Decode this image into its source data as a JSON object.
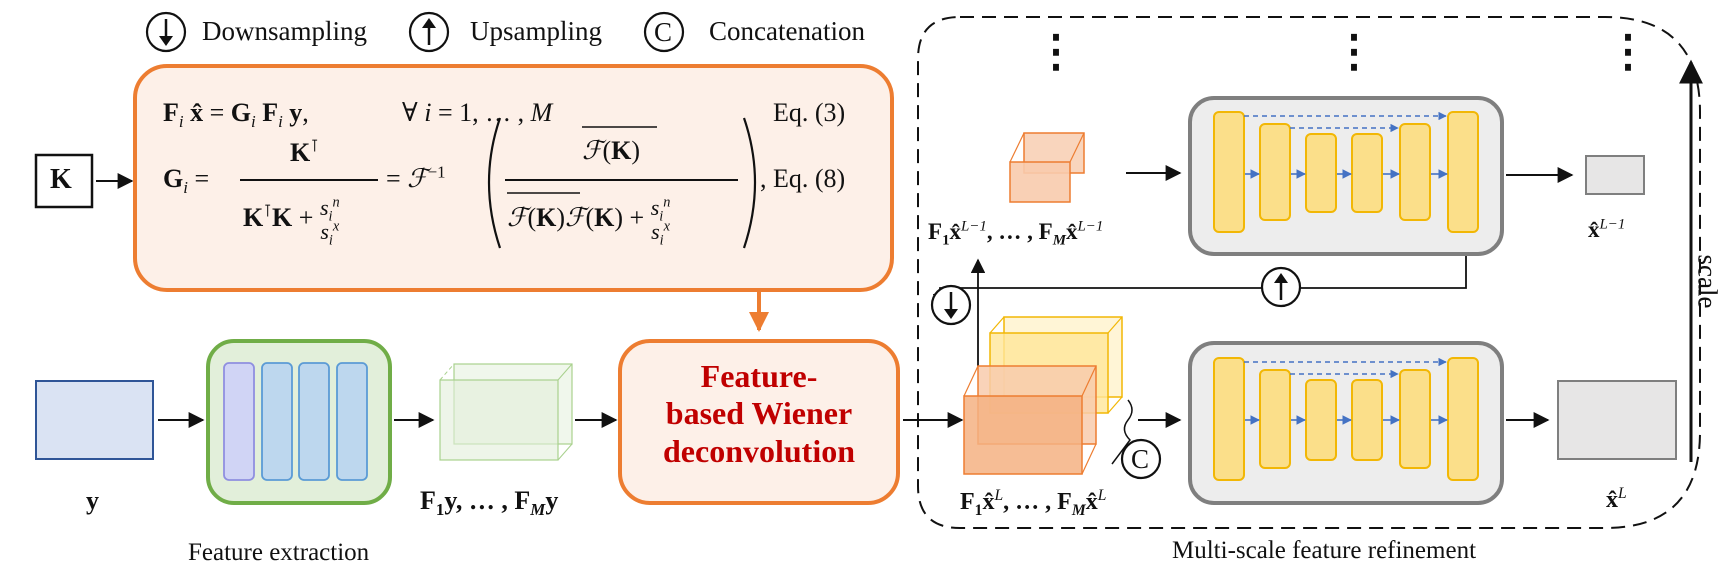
{
  "legend": {
    "down_symbol": "↓",
    "down_label": "Downsampling",
    "up_symbol": "↑",
    "up_label": "Upsampling",
    "concat_symbol": "C",
    "concat_label": "Concatenation"
  },
  "kernel_label": "K",
  "equations": {
    "eq3_lhs": "F",
    "eq3_ref": "Eq. (3)",
    "eq8_ref": ", Eq. (8)"
  },
  "input_label": "y",
  "features_label": "F₁y, … , F_My",
  "feature_extraction_caption": "Feature extraction",
  "wiener_block_lines": [
    "Feature-",
    "based Wiener",
    "deconvolution"
  ],
  "refinement_caption": "Multi-scale feature refinement",
  "scale_label": "scale",
  "ellipsis": "⋮",
  "concat_marker": "C",
  "level_L_features": "F₁x̂ᴸ, … , F_Mx̂ᴸ",
  "level_L1_features": "F₁x̂ᴸ⁻¹, … , F_Mx̂ᴸ⁻¹",
  "output_L": "x̂ᴸ",
  "output_L1": "x̂ᴸ⁻¹",
  "colors": {
    "orange": "#ed7d31",
    "orange_fill": "#fdf0e8",
    "green": "#70ad47",
    "unet_fill": "#fbdf8a",
    "unet_stroke": "#f2b705",
    "gray_box": "#7f7f7f",
    "input_fill": "#dae3f3",
    "input_stroke": "#2f5597",
    "red_text": "#c00000",
    "skip_arrow": "#4472c4"
  }
}
